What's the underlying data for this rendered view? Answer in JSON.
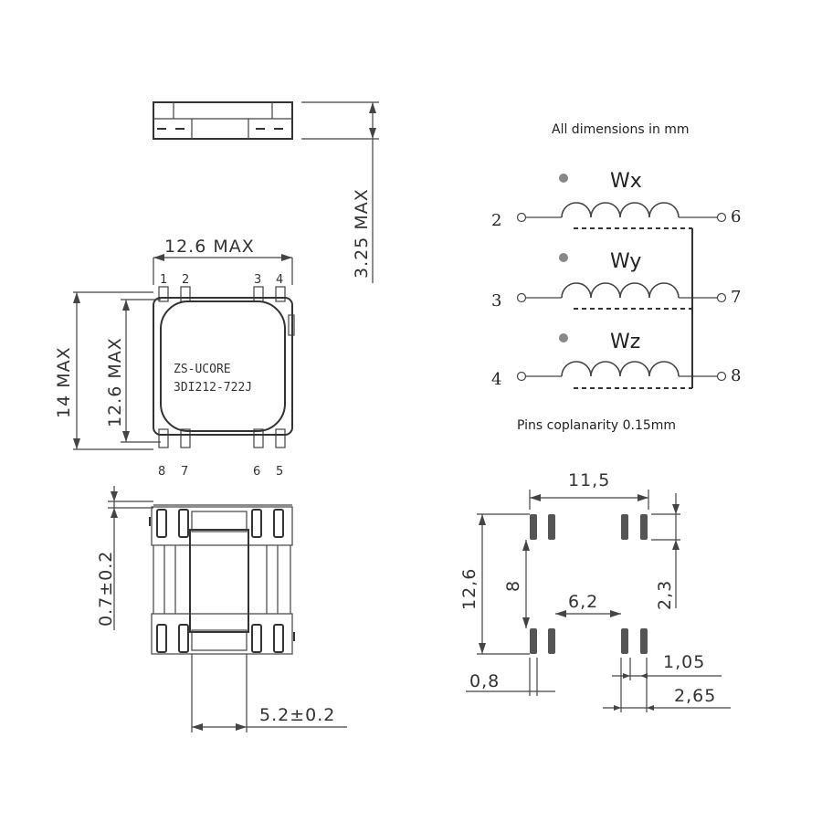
{
  "note_units": "All dimensions in mm",
  "note_coplanarity": "Pins coplanarity 0.15mm",
  "dims": {
    "height_max": "3.25 MAX",
    "width_max": "12.6 MAX",
    "length_max": "14 MAX",
    "body_max": "12.6 MAX",
    "lead_thickness": "0.7±0.2",
    "lead_span": "5.2±0.2",
    "pad_span_x": "11,5",
    "pad_span_y": "12,6",
    "pad_inner_y": "8",
    "pad_gap_x": "6,2",
    "pad_len": "2,3",
    "pad_w": "0,8",
    "pad_pitch": "1,05",
    "pad_group": "2,65"
  },
  "marking": {
    "line1": "ZS-UCORE",
    "line2": "3DI212-722J"
  },
  "top_pins": [
    "1",
    "2",
    "3",
    "4"
  ],
  "bottom_pins": [
    "8",
    "7",
    "6",
    "5"
  ],
  "windings": [
    {
      "label": "Wx",
      "pin_left": "2",
      "pin_right": "6"
    },
    {
      "label": "Wy",
      "pin_left": "3",
      "pin_right": "7"
    },
    {
      "label": "Wz",
      "pin_left": "4",
      "pin_right": "8"
    }
  ]
}
